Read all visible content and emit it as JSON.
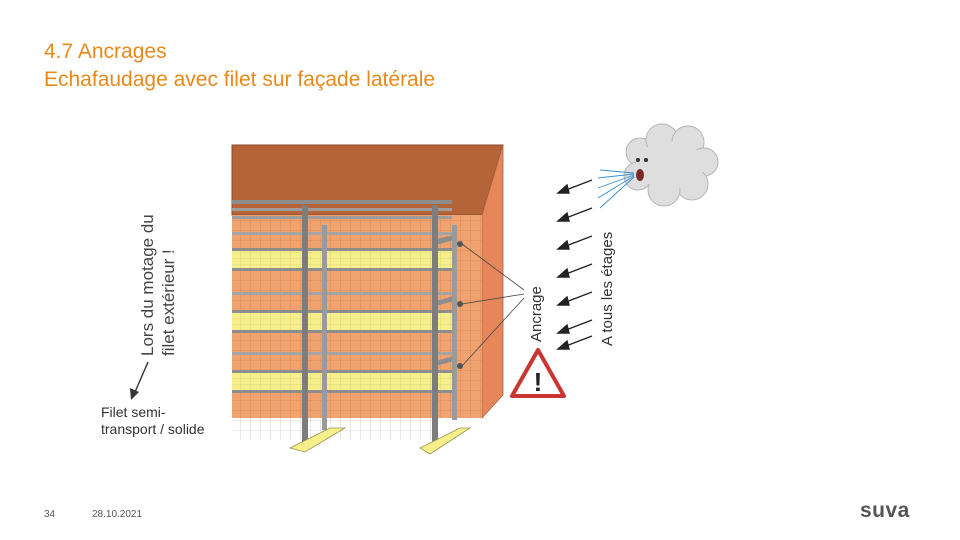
{
  "slide": {
    "title_line1": "4.7 Ancrages",
    "title_line2": "Echafaudage avec filet sur façade latérale",
    "page_number": "34",
    "date": "28.10.2021",
    "logo_text": "suva",
    "accent_color": "#e8891c"
  },
  "illustration": {
    "vertical_label_line1": "Lors du motage du",
    "vertical_label_line2": "filet extérieur !",
    "net_label_line1": "Filet semi-",
    "net_label_line2": "transport / solide",
    "anchor_label": "Ancrage",
    "wind_label": "A tous les étages",
    "warning_symbol": "!",
    "colors": {
      "wall": "#f0a36e",
      "roof": "#b5643a",
      "side_wall": "#e5875b",
      "deck": "#f6ef8c",
      "warning_red": "#cc3333",
      "cloud": "#dedede"
    }
  }
}
